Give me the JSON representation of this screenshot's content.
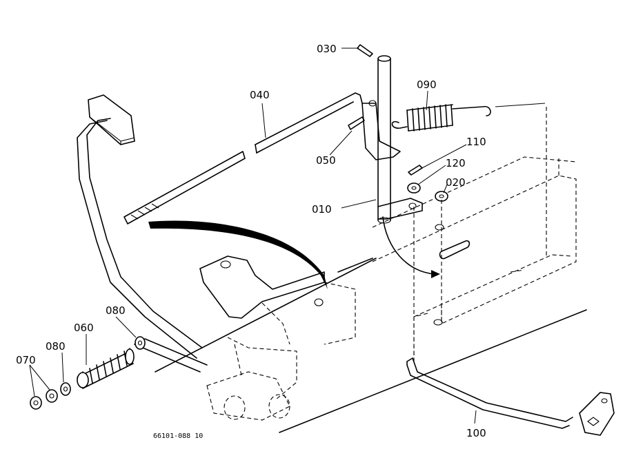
{
  "labels": {
    "p010": "010",
    "p020": "020",
    "p030": "030",
    "p040": "040",
    "p050": "050",
    "p060": "060",
    "p070": "070",
    "p080a": "080",
    "p080b": "080",
    "p090": "090",
    "p100": "100",
    "p110": "110",
    "p120": "120"
  },
  "drawing_code": "66101-088 10"
}
